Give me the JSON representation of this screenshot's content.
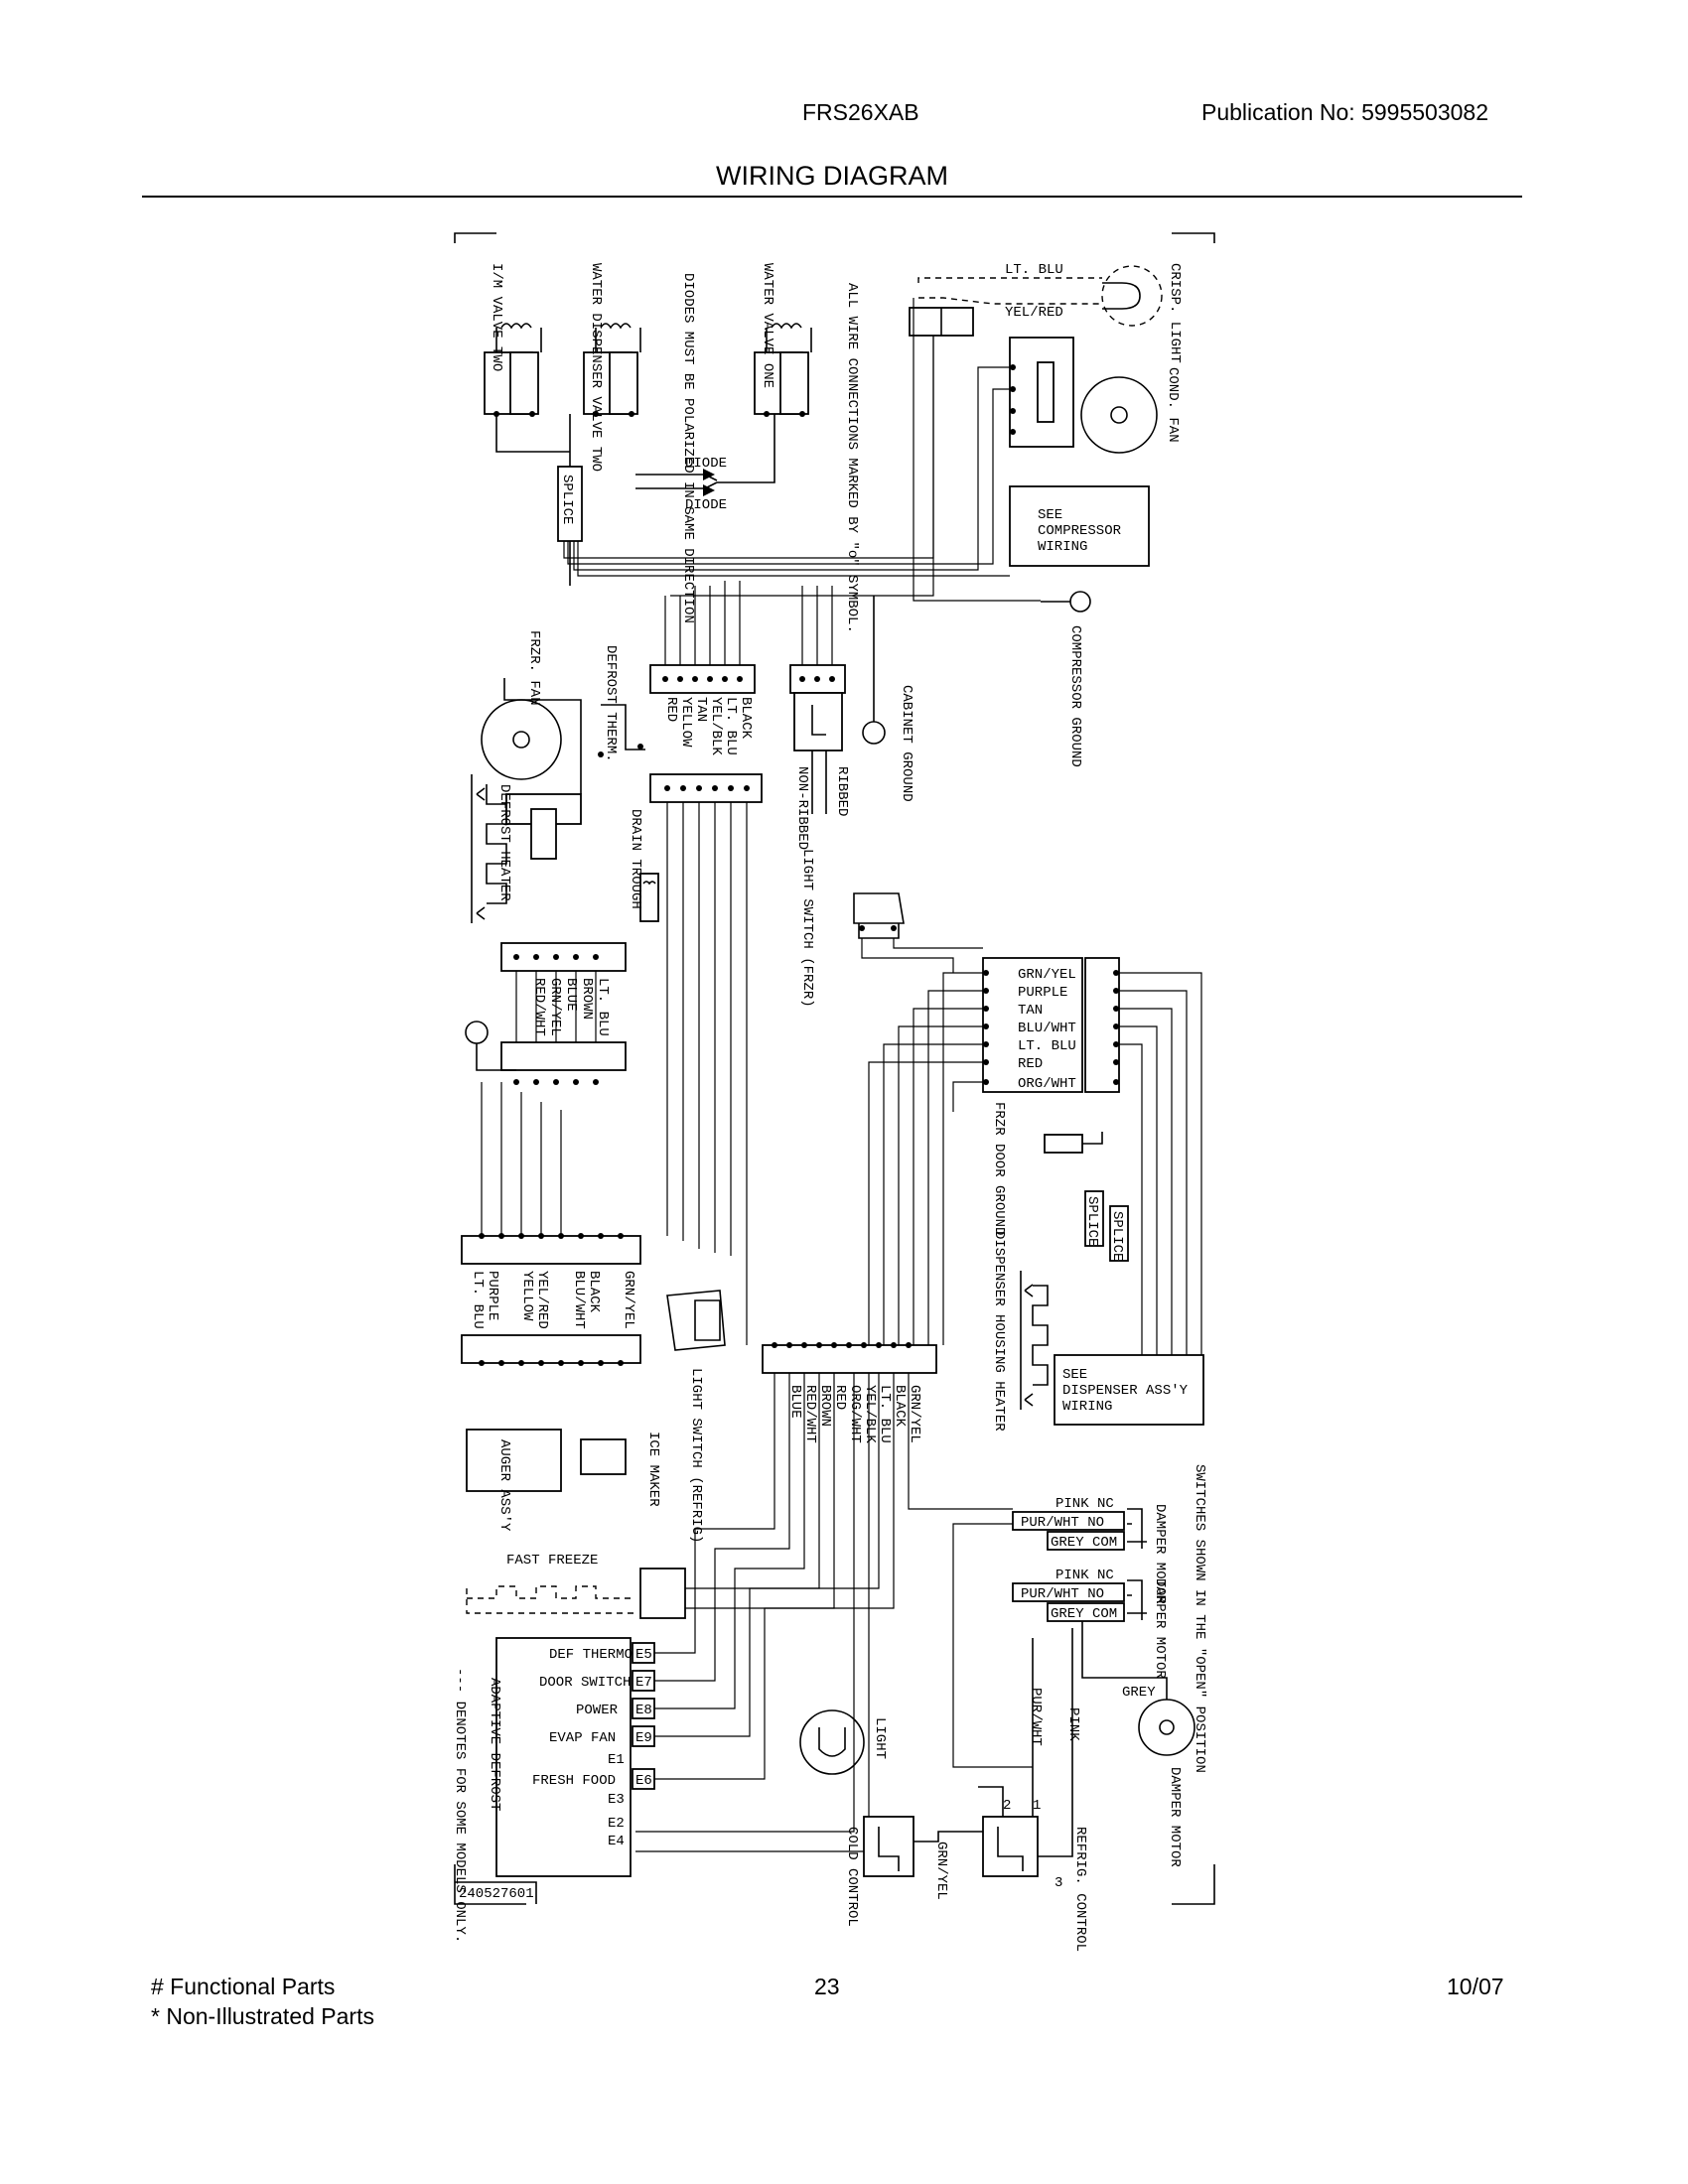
{
  "header": {
    "model": "FRS26XAB",
    "publication": "Publication No:  5995503082",
    "title": "WIRING DIAGRAM"
  },
  "diagram": {
    "labels": {
      "im_valve": "I/M VALVE TWO",
      "water_dispenser_valve": "WATER DISPENSER VALVE TWO",
      "diodes_note": "DIODES MUST BE POLARIZED IN SAME DIRECTION",
      "water_valve_one": "WATER VALVE ONE",
      "connections_note": "ALL WIRE CONNECTIONS MARKED BY \"o\" SYMBOL.",
      "crisp_light": "CRISP. LIGHT",
      "cond_fan": "COND. FAN",
      "lt_blu": "LT. BLU",
      "yel_red": "YEL/RED",
      "diode1": "DIODE",
      "diode2": "DIODE",
      "splice": "SPLICE",
      "see_compressor": [
        "SEE",
        "COMPRESSOR",
        "WIRING"
      ],
      "compressor_ground": "COMPRESSOR GROUND",
      "frzr_fan": "FRZR. FAN",
      "defrost_therm": "DEFROST THERM.",
      "cabinet_ground": "CABINET GROUND",
      "ribbed": "RIBBED",
      "non_ribbed": "NON-RIBBED",
      "defrost_heater": "DEFROST HEATER",
      "drain_trough": "DRAIN TROUGH",
      "light_switch_frzr": "LIGHT SWITCH (FRZR)",
      "frzr_door_ground": "FRZR DOOR GROUND",
      "dispenser_housing_heater": "DISPENSER HOUSING HEATER",
      "see_dispenser": [
        "SEE",
        "DISPENSER ASS'Y",
        "WIRING"
      ],
      "light_switch_refrig": "LIGHT SWITCH (REFRIG)",
      "auger_assy": "AUGER ASS'Y",
      "ice_maker": "ICE MAKER",
      "fast_freeze": "FAST FREEZE",
      "switches_note": "SWITCHES SHOWN IN THE \"OPEN\" POSITION",
      "damper_motor": "DAMPER MOTOR",
      "damper_motor_switch1": "DAMPER MOTOR",
      "damper_motor_switch2": "DAMPER MOTOR",
      "grey": "GREY",
      "pur_wht": "PUR/WHT",
      "pink": "PINK",
      "light": "LIGHT",
      "cold_control": "COLD CONTROL",
      "grn_yel": "GRN/YEL",
      "refrig_control": "REFRIG. CONTROL",
      "adaptive_defrost": "ADAPTIVE DEFROST",
      "dashed_note": "--- DENOTES FOR SOME MODELS ONLY.",
      "part_number": "240527601",
      "refrig_num_1": "1",
      "refrig_num_2": "2",
      "refrig_num_3": "3"
    },
    "connector_top": [
      "BLACK",
      "LT. BLU",
      "YEL/BLK",
      "TAN",
      "YELLOW",
      "RED"
    ],
    "connector_frzr": [
      "LT. BLU",
      "BROWN",
      "BLUE",
      "GRN/YEL",
      "RED/WHT"
    ],
    "connector_door": [
      "GRN/YEL",
      "PURPLE",
      "TAN",
      "BLU/WHT",
      "LT. BLU",
      "RED",
      "ORG/WHT"
    ],
    "connector_left": [
      "GRN/YEL",
      "BLACK",
      "BLU/WHT",
      "YEL/RED",
      "YELLOW",
      "PURPLE",
      "LT. BLU"
    ],
    "connector_main": [
      "GRN/YEL",
      "BLACK",
      "LT. BLU",
      "YEL/BLK",
      "ORG/WHT",
      "RED",
      "BROWN",
      "RED/WHT",
      "BLUE"
    ],
    "damper_switch_1": [
      "PINK NC",
      "PUR/WHT NO",
      "GREY COM"
    ],
    "damper_switch_2": [
      "PINK NC",
      "PUR/WHT NO",
      "GREY COM"
    ],
    "control_board": [
      {
        "name": "DEF THERMO",
        "pin": "E5"
      },
      {
        "name": "DOOR SWITCH",
        "pin": "E7"
      },
      {
        "name": "POWER",
        "pin": "E8"
      },
      {
        "name": "EVAP FAN",
        "pin": "E9"
      },
      {
        "name": "",
        "pin": "E1"
      },
      {
        "name": "FRESH FOOD",
        "pin": "E6"
      },
      {
        "name": "",
        "pin": "E3"
      },
      {
        "name": "",
        "pin": "E2"
      },
      {
        "name": "",
        "pin": "E4"
      }
    ]
  },
  "footer": {
    "functional": "# Functional Parts",
    "non_illustrated": "* Non-Illustrated Parts",
    "page": "23",
    "date": "10/07"
  }
}
